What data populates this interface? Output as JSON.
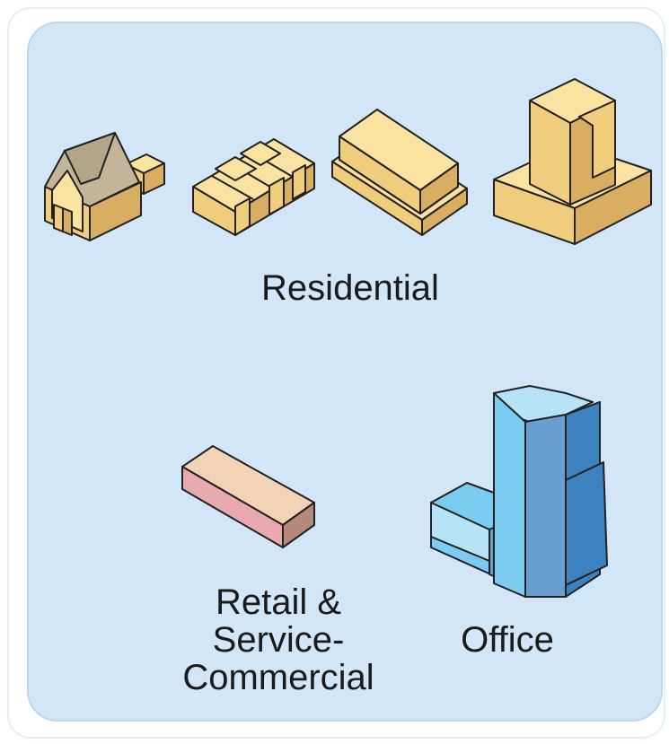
{
  "legend": {
    "residential_label": "Residential",
    "retail_label_lines": [
      "Retail &",
      "Service-",
      "Commercial"
    ],
    "office_label": "Office"
  },
  "colors": {
    "panel_bg": "#d3e6f7",
    "residential_light": "#fae3a0",
    "residential_mid": "#f0cc7d",
    "residential_dark": "#d9ad62",
    "house_roof": "#c4b59a",
    "retail_top": "#f3d3b6",
    "retail_front": "#e8aab0",
    "retail_side": "#b48a7a",
    "office_top": "#b7e3f6",
    "office_light": "#7ccbf1",
    "office_mid": "#6b9ed0",
    "office_dark": "#3c82bf"
  },
  "icons": [
    "detached-house-icon",
    "townhouse-row-icon",
    "apartment-block-icon",
    "residential-tower-icon",
    "retail-building-icon",
    "office-tower-icon"
  ]
}
